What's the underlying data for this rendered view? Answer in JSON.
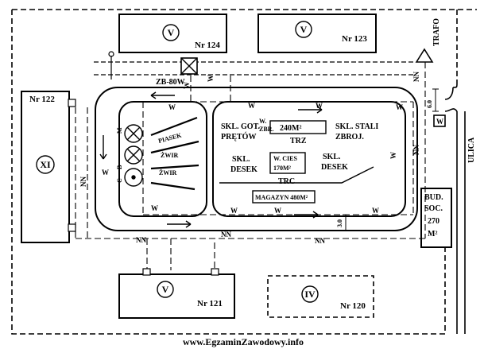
{
  "buildings": {
    "nr124": {
      "label": "Nr 124",
      "roman": "V"
    },
    "nr123": {
      "label": "Nr 123",
      "roman": "V"
    },
    "nr122": {
      "label": "Nr 122",
      "roman": "XI"
    },
    "nr121": {
      "label": "Nr 121",
      "roman": "V"
    },
    "nr120": {
      "label": "Nr 120",
      "roman": "IV"
    }
  },
  "site": {
    "trafo": "TRAFO",
    "ulica": "ULICA",
    "crane": "ZB-80W",
    "bud_soc": [
      "BUD.",
      "SOC.",
      "270",
      "M²"
    ],
    "magazyn": "MAGAZYN 480M²",
    "skl_got_pretow": [
      "SKL. GOT.",
      "PRĘTÓW"
    ],
    "w_zbr": [
      "W.",
      "ZBR."
    ],
    "area_240": "240M²",
    "trz": "TRZ",
    "skl_stali": [
      "SKL. STALI",
      "ZBROJ."
    ],
    "skl_desek_left": [
      "SKL.",
      "DESEK"
    ],
    "w_cies": [
      "W. CIES",
      "170M²"
    ],
    "trc": "TRC",
    "skl_desek_right": [
      "SKL.",
      "DESEK"
    ],
    "piasek": "PIASEK",
    "zwir1": "ŻWIR",
    "zwir2": "ŻWIR",
    "mixer_letters": [
      "M",
      "B",
      "C"
    ],
    "dim_6": "6.0",
    "dim_3": "3.0",
    "nn": "NN",
    "w": "W"
  },
  "footer": {
    "text": "www.EgzaminZawodowy.info"
  }
}
